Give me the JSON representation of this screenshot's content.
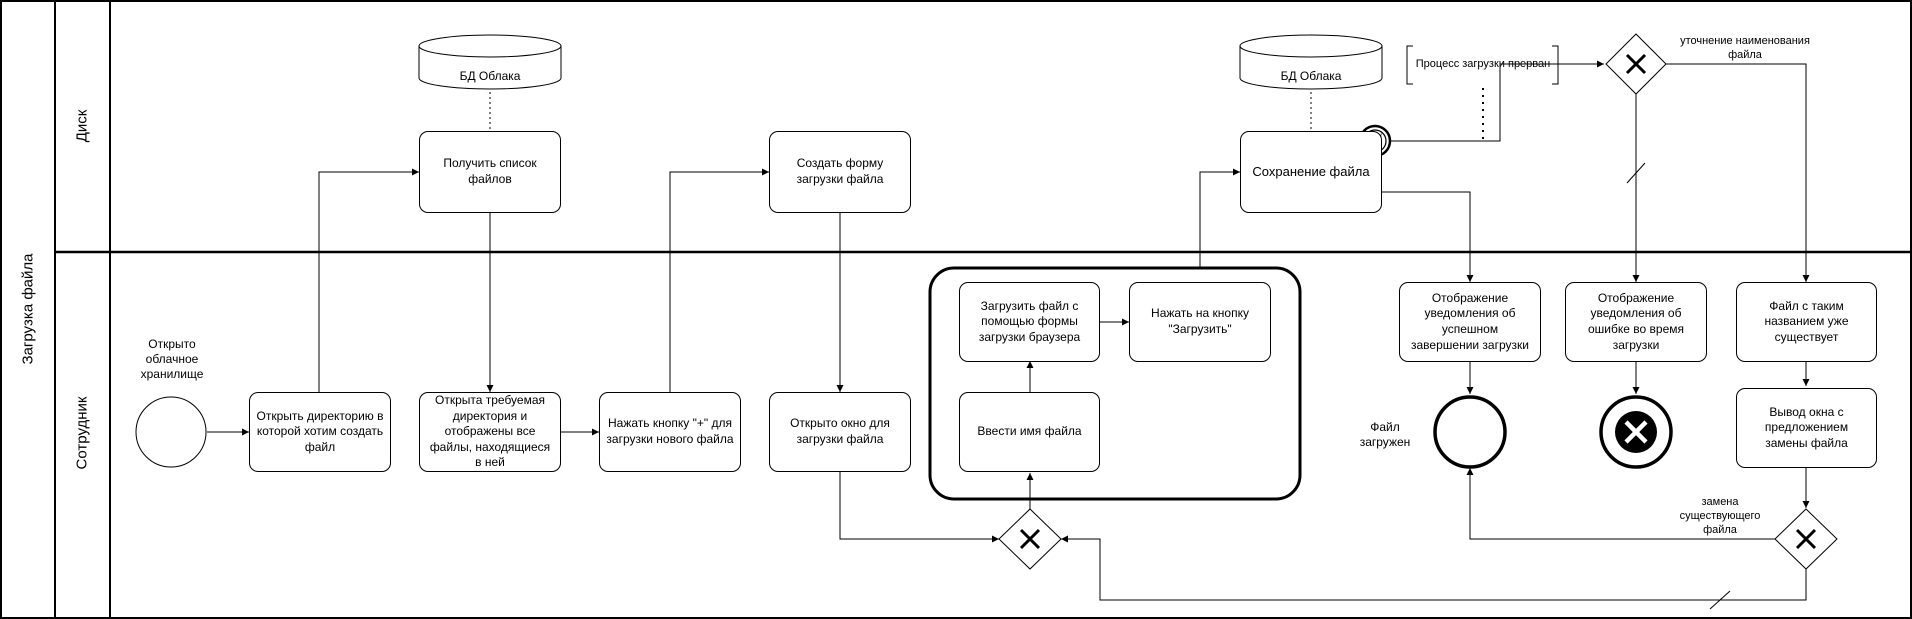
{
  "pool": {
    "label": "Загрузка файла"
  },
  "lanes": {
    "disk": "Диск",
    "employee": "Сотрудник"
  },
  "datastores": {
    "db1": "БД Облака",
    "db2": "БД Облака"
  },
  "tasks": {
    "get_list": "Получить список файлов",
    "create_form": "Создать форму загрузки файла",
    "save_file": "Сохранение файла",
    "open_dir": "Открыть директорию в которой хотим создать файл",
    "dir_opened": "Открыта требуемая директория и отображены все файлы, находящиеся в ней",
    "press_plus": "Нажать кнопку \"+\" для загрузки нового файла",
    "window_opened": "Открыто окно для загрузки файла",
    "upload_via_form": "Загрузить файл с помощью формы загрузки браузера",
    "press_upload": "Нажать на кнопку \"Загрузить\"",
    "enter_name": "Ввести имя файла",
    "notify_success": "Отображение уведомления об успешном завершении загрузки",
    "notify_error": "Отображение уведомления об ошибке во время загрузки",
    "file_exists": "Файл с таким названием уже существует",
    "replace_prompt": "Вывод окна с предложением замены файла"
  },
  "events": {
    "start": "Открыто облачное хранилище",
    "end_ok": "Файл загружен"
  },
  "annotations": {
    "interrupted": "Процесс загрузки прерван",
    "clarify_name": "уточнение наименования файла",
    "replace_existing": "замена существующего файла"
  }
}
